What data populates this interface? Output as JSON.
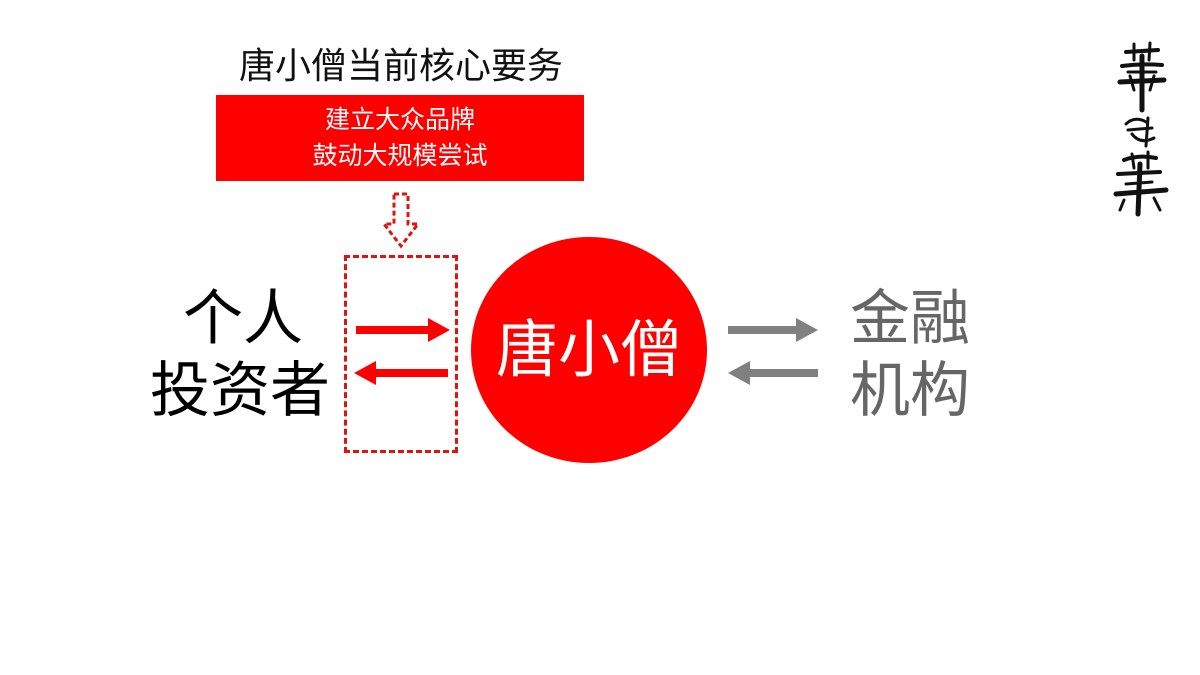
{
  "header": {
    "title": "唐小僧当前核心要务",
    "box_lines": [
      "建立大众品牌",
      "鼓动大规模尝试"
    ]
  },
  "center": {
    "label": "唐小僧"
  },
  "left": {
    "line1": "个人",
    "line2": "投资者"
  },
  "right": {
    "line1": "金融",
    "line2": "机构"
  },
  "logo": {
    "text": "華與華"
  },
  "colors": {
    "accent_red": "#ff0000",
    "dash_red": "#e0140f",
    "gray_arrow": "#808080",
    "gray_text": "#666666"
  }
}
